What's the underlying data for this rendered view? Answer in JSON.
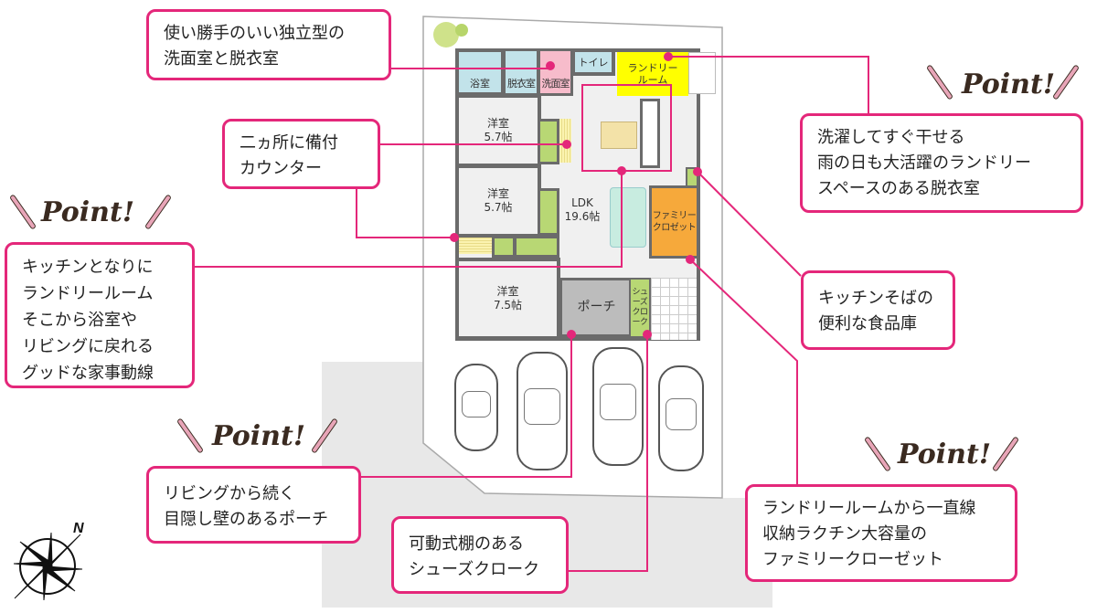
{
  "callouts": {
    "washroom": "使い勝手のいい独立型の\n洗面室と脱衣室",
    "counter": "二ヵ所に備付\nカウンター",
    "kitchen_flow": "キッチンとなりに\nランドリールーム\nそこから浴室や\nリビングに戻れる\nグッドな家事動線",
    "laundry": "洗濯してすぐ干せる\n雨の日も大活躍のランドリー\nスペースのある脱衣室",
    "pantry": "キッチンそばの\n便利な食品庫",
    "family_closet": "ランドリールームから一直線\n収納ラクチン大容量の\nファミリークローゼット",
    "porch": "リビングから続く\n目隠し壁のあるポーチ",
    "shoe_closet": "可動式棚のある\nシューズクローク"
  },
  "point_label": "Point!",
  "rooms": {
    "bath": "浴室",
    "dressing": "脱衣室",
    "washroom": "洗面室",
    "toilet": "トイレ",
    "laundry": "ランドリー\nルーム",
    "western1": "洋室\n5.7帖",
    "western2": "洋室\n5.7帖",
    "western3": "洋室\n7.5帖",
    "ldk": "LDK\n19.6帖",
    "family_closet": "ファミリー\nクロゼット",
    "porch": "ポーチ",
    "shoe_closet": "シュ\nーズ\nクロ\nーク"
  },
  "compass_label": "N",
  "colors": {
    "accent": "#e4277a",
    "laundry": "#ffff00",
    "closet": "#f6a93b",
    "green": "#b8d774",
    "bath": "#c2e3ea",
    "wash": "#f7bccb",
    "porch": "#bcbcbc",
    "sofa": "#c8ece0"
  }
}
